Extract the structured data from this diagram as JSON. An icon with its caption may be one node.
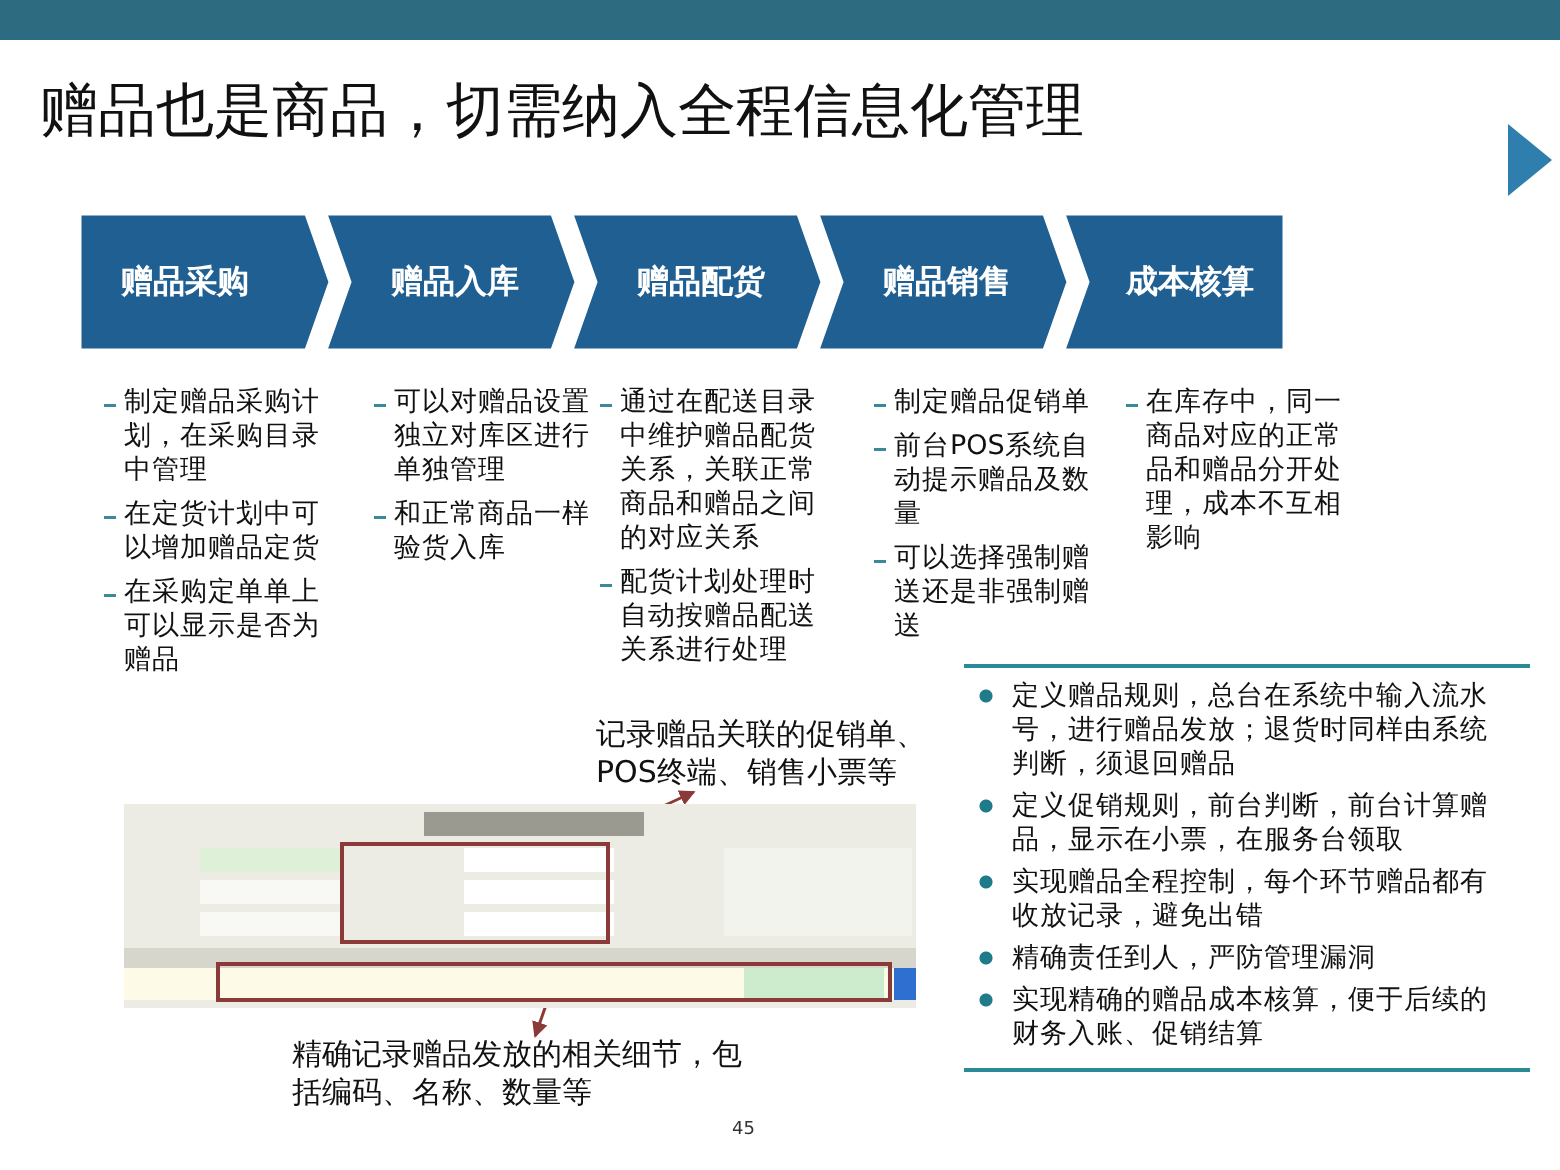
{
  "diagram": {
    "title": "赠品也是商品，切需纳入全程信息化管理",
    "nodes": [
      {
        "text": [
          "赠品采购"
        ],
        "beside": [
          "制定赠品采购计划，在采购目录中管理",
          "在定货计划中可以增加赠品定货",
          "在采购定单单上可以显示是否为赠品"
        ]
      },
      {
        "text": [
          "赠品入库"
        ],
        "beside": [
          "可以对赠品设置独立对库区进行单独管理",
          "和正常商品一样验货入库"
        ]
      },
      {
        "text": [
          "赠品配货"
        ],
        "beside": [
          "通过在配送目录中维护赠品配货关系，关联正常商品和赠品之间的对应关系",
          "配货计划处理时自动按赠品配送关系进行处理"
        ]
      },
      {
        "text": [
          "赠品销售"
        ],
        "beside": [
          "制定赠品促销单",
          "前台POS系统自动提示赠品及数量",
          "可以选择强制赠送还是非强制赠送"
        ]
      },
      {
        "text": [
          "成本核算"
        ],
        "beside": [
          "在库存中，同一商品对应的正常品和赠品分开处理，成本不互相影响"
        ]
      },
      {
        "text": [],
        "shape": "box"
      },
      {
        "text": [
          "记录赠品关联的促销单、POS终端、销售小票等"
        ]
      },
      {
        "text": [],
        "shape": "box"
      },
      {
        "text": [
          "精确记录赠品发放的相关细节，包括编码、名称、数量等"
        ]
      }
    ],
    "edges": [
      {
        "from": 5,
        "to": 6,
        "arrow": "to"
      },
      {
        "from": 7,
        "to": 8,
        "arrow": "to"
      }
    ],
    "labels": [
      "定义赠品规则，总台在系统中输入流水号，进行赠品发放；退货时同样由系统判断，须退回赠品",
      "定义促销规则，前台判断，前台计算赠品，显示在小票，在服务台领取",
      "实现赠品全程控制，每个环节赠品都有收放记录，避免出错",
      "精确责任到人，严防管理漏洞",
      "实现精确的赠品成本核算，便于后续的财务入账、促销结算",
      "45"
    ]
  }
}
